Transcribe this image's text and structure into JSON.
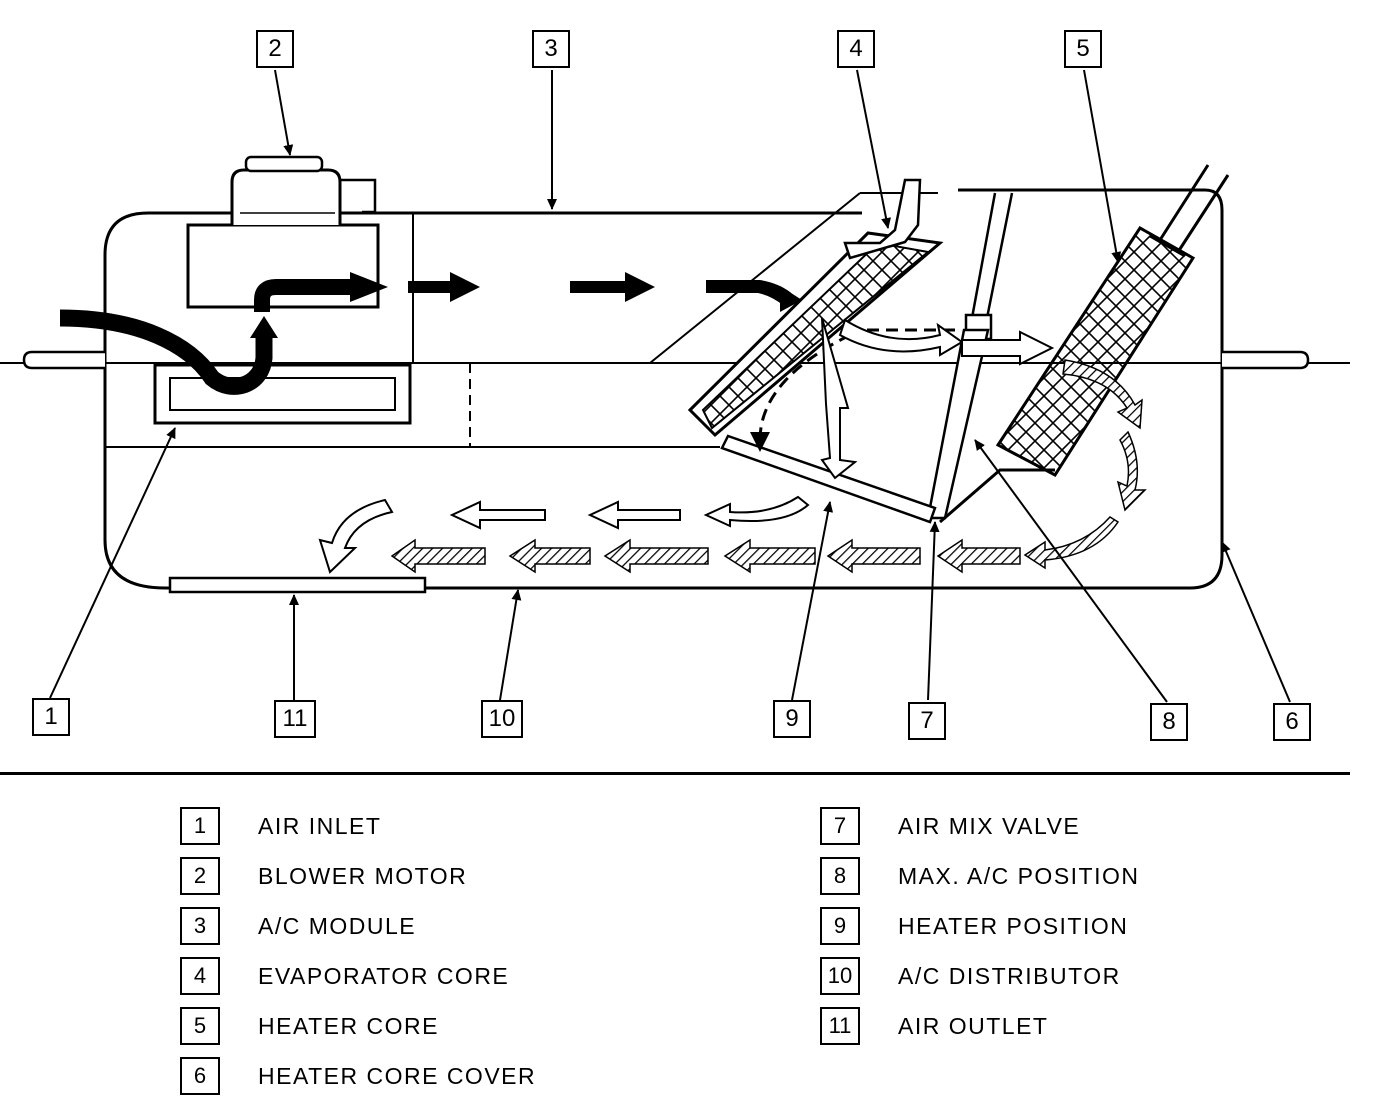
{
  "callouts": [
    "1",
    "2",
    "3",
    "4",
    "5",
    "6",
    "7",
    "8",
    "9",
    "10",
    "11"
  ],
  "legend": [
    {
      "num": "1",
      "label": "AIR INLET"
    },
    {
      "num": "2",
      "label": "BLOWER MOTOR"
    },
    {
      "num": "3",
      "label": "A/C MODULE"
    },
    {
      "num": "4",
      "label": "EVAPORATOR CORE"
    },
    {
      "num": "5",
      "label": "HEATER CORE"
    },
    {
      "num": "6",
      "label": "HEATER CORE COVER"
    },
    {
      "num": "7",
      "label": "AIR MIX VALVE"
    },
    {
      "num": "8",
      "label": "MAX. A/C POSITION"
    },
    {
      "num": "9",
      "label": "HEATER POSITION"
    },
    {
      "num": "10",
      "label": "A/C DISTRIBUTOR"
    },
    {
      "num": "11",
      "label": "AIR OUTLET"
    }
  ]
}
